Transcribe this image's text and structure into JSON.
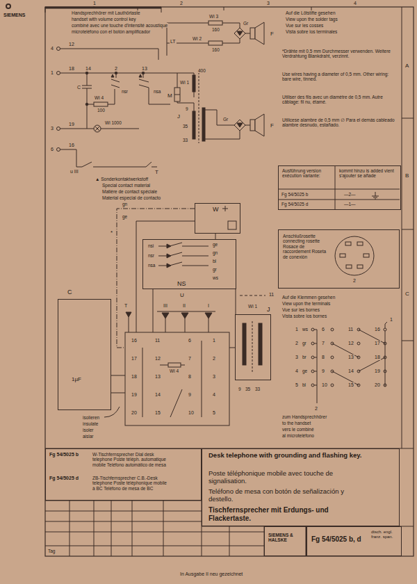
{
  "diagram": {
    "nodes": [
      {
        "text": [
          "Ausführung version exécution variante:",
          "kommt hinzu is added vient s'ajouter se añade"
        ]
      },
      {
        "text": [
          "W"
        ]
      },
      {
        "text": [
          "NS"
        ]
      },
      {
        "text": [
          "Anschlußrosette connecting rosette Rosace de raccordement Roseta de conexión"
        ]
      },
      {
        "text": [
          "C",
          "1µF"
        ]
      },
      {
        "text": [
          "J"
        ]
      },
      {
        "text": [
          "Fg 54/5025 b",
          "W-Tischfernsprecher Dial desk telephone Poste téléph. automatique mobile Teléfono automático de mesa",
          "Fg 54/5025 d",
          "ZB-Tischfernsprecher C.B.-Desk telephone Poste téléphonique mobile à BC Teléfono de mesa de BC"
        ]
      },
      {
        "text": [
          "Desk telephone with grounding and flashing key.",
          "Poste téléphonique mobile avec touche de signalisation.",
          "Teléfono de mesa con botón de señalización y destello.",
          "Tischfernsprecher mit Erdungs- und Flackertaste."
        ]
      },
      {
        "text": [
          "SIEMENS & HALSKE"
        ]
      },
      {
        "text": [
          "Fg 54/5025 b, d",
          "dtsch. engl. franz. span."
        ]
      }
    ],
    "edges": [
      {
        "from": 1,
        "to": 2,
        "arrow": "none"
      },
      {
        "from": 2,
        "to": 5,
        "arrow": "none"
      }
    ],
    "labels": [
      "1",
      "2",
      "3",
      "4",
      "A",
      "B",
      "C",
      "SIEMENS",
      "Handsprechhörer mit Lauthörtaste",
      "handset with volume control key",
      "combiné avec une touche d'intensité acoustique",
      "microteléfono con el botón amplificador",
      "Auf die Lötstifte gesehen",
      "View upon the solder tags",
      "Vue sur les cosses",
      "Vista sobre los terminales",
      "*Drähte mit 0,5 mm Durchmesser verwenden. Weitere Verdrahtung Blankdraht, verzinnt.",
      "Use wires having a diameter of 0,5 mm. Other wiring: bare wire, tinned.",
      "Utiliser des fils avec un diamètre de 0,5 mm. Autre câblage: fil nu, étamé.",
      "Utilicese alambre de 0,5 mm ∅ Para el demás cableado alambre desnudo, estañado.",
      "4",
      "1",
      "3",
      "6",
      "12",
      "18",
      "19",
      "16",
      "14",
      "2",
      "13",
      "C",
      "Wi 4",
      "100",
      "Wi 1000",
      "nsr",
      "nsa",
      "M",
      "Wi 1",
      "400",
      "J",
      "9",
      "35",
      "33",
      "Wi 3",
      "160",
      "LT",
      "Wi 2",
      "160",
      "F",
      "Gr",
      "Gr",
      "F",
      "u III",
      "T",
      "▲ Sonderkontaktwerkstoff",
      "Special contact material",
      "Matière de contact spéciale",
      "Material especial de contacto",
      "Fg 54/5025 b",
      "—2—",
      "Fg 54/5025 d",
      "—1—",
      "gn",
      "ge",
      "*",
      "nsi",
      "nsr",
      "nsa",
      "ge",
      "gn",
      "bl",
      "gr",
      "ws",
      "U",
      "T",
      "III",
      "II",
      "I",
      "Wi 1",
      "11",
      "1",
      "2",
      "3",
      "4",
      "5",
      "6",
      "7",
      "8",
      "9",
      "10",
      "11",
      "12",
      "13",
      "14",
      "15",
      "16",
      "17",
      "18",
      "19",
      "20",
      "Wi 4",
      "9",
      "35",
      "33",
      "isolieren",
      "insulate",
      "isoler",
      "aislar",
      "Auf die Klemmen gesehen",
      "View upon the terminals",
      "Vue sur les bornes",
      "Vista sobre los bornes",
      "1",
      "2",
      "3",
      "4",
      "5",
      "6",
      "7",
      "8",
      "9",
      "10",
      "11",
      "12",
      "13",
      "14",
      "15",
      "16",
      "17",
      "18",
      "19",
      "20",
      "ws",
      "gr",
      "br",
      "ge",
      "bl",
      "1",
      "2",
      "zum Handsprechhörer",
      "to the handset",
      "vers le combiné",
      "al microteléfono",
      "2",
      "Tag",
      "In Ausgabe II neu gezeichnet"
    ]
  }
}
